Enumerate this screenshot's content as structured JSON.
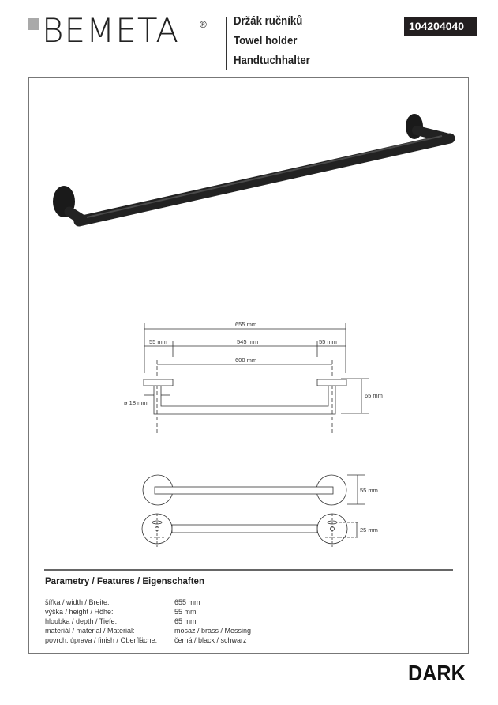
{
  "brand": {
    "logo": "BEMETA",
    "registered": "®"
  },
  "titles": [
    "Držák ručníků",
    "Towel holder",
    "Handtuchhalter"
  ],
  "product_code": "104204040",
  "drawing": {
    "dims": {
      "total_width": "655 mm",
      "left_offset": "55 mm",
      "middle": "545 mm",
      "right_offset": "55 mm",
      "center_distance": "600 mm",
      "depth": "65 mm",
      "diameter": "ø 18 mm",
      "height": "55 mm",
      "hole_spacing": "25 mm"
    }
  },
  "params": {
    "title": "Parametry / Features / Eigenschaften",
    "rows": [
      {
        "label": "šířka / width / Breite:",
        "value": "655 mm"
      },
      {
        "label": "výška / height / Höhe:",
        "value": "55 mm"
      },
      {
        "label": "hloubka / depth / Tiefe:",
        "value": "65 mm"
      },
      {
        "label": "materiál / material / Material:",
        "value": "mosaz / brass / Messing"
      },
      {
        "label": "povrch. úprava / finish / Oberfläche:",
        "value": "černá / black / schwarz"
      }
    ]
  },
  "finish_label": "DARK"
}
